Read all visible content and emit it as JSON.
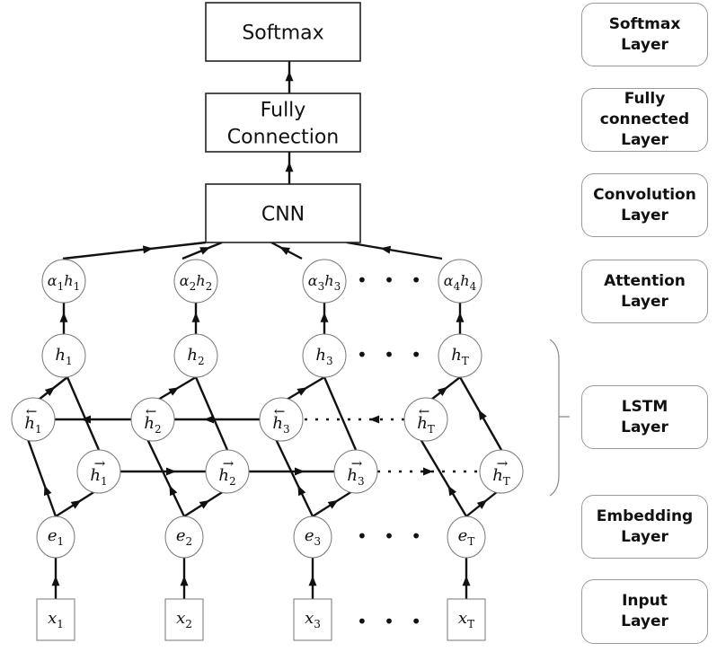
{
  "diagram": {
    "title": "Attention-based BiLSTM-CNN architecture",
    "blocks": {
      "softmax": "Softmax",
      "fully_connection": [
        "Fully",
        "Connection"
      ],
      "cnn": "CNN"
    },
    "attention_nodes": [
      {
        "base": "α",
        "sub1": "1",
        "h": "h",
        "sub2": "1"
      },
      {
        "base": "α",
        "sub1": "2",
        "h": "h",
        "sub2": "2"
      },
      {
        "base": "α",
        "sub1": "3",
        "h": "h",
        "sub2": "3"
      },
      {
        "base": "α",
        "sub1": "4",
        "h": "h",
        "sub2": "4"
      }
    ],
    "hidden_nodes": [
      {
        "base": "h",
        "sub": "1"
      },
      {
        "base": "h",
        "sub": "2"
      },
      {
        "base": "h",
        "sub": "3"
      },
      {
        "base": "h",
        "sub": "T"
      }
    ],
    "backward_nodes": [
      {
        "base": "h",
        "sub": "1",
        "arrow": "←"
      },
      {
        "base": "h",
        "sub": "2",
        "arrow": "←"
      },
      {
        "base": "h",
        "sub": "3",
        "arrow": "←"
      },
      {
        "base": "h",
        "sub": "T",
        "arrow": "←"
      }
    ],
    "forward_nodes": [
      {
        "base": "h",
        "sub": "1",
        "arrow": "→"
      },
      {
        "base": "h",
        "sub": "2",
        "arrow": "→"
      },
      {
        "base": "h",
        "sub": "3",
        "arrow": "→"
      },
      {
        "base": "h",
        "sub": "T",
        "arrow": "→"
      }
    ],
    "embedding_nodes": [
      {
        "base": "e",
        "sub": "1"
      },
      {
        "base": "e",
        "sub": "2"
      },
      {
        "base": "e",
        "sub": "3"
      },
      {
        "base": "e",
        "sub": "T"
      }
    ],
    "input_nodes": [
      {
        "base": "x",
        "sub": "1"
      },
      {
        "base": "x",
        "sub": "2"
      },
      {
        "base": "x",
        "sub": "3"
      },
      {
        "base": "x",
        "sub": "T"
      }
    ],
    "ellipsis": "• • •"
  },
  "layer_labels": [
    {
      "id": "softmax",
      "text": "Softmax\nLayer"
    },
    {
      "id": "fully-connected",
      "text": "Fully\nconnected\nLayer"
    },
    {
      "id": "convolution",
      "text": "Convolution\nLayer"
    },
    {
      "id": "attention",
      "text": "Attention\nLayer"
    },
    {
      "id": "lstm",
      "text": "LSTM\nLayer"
    },
    {
      "id": "embedding",
      "text": "Embedding\nLayer"
    },
    {
      "id": "input",
      "text": "Input\nLayer"
    }
  ]
}
